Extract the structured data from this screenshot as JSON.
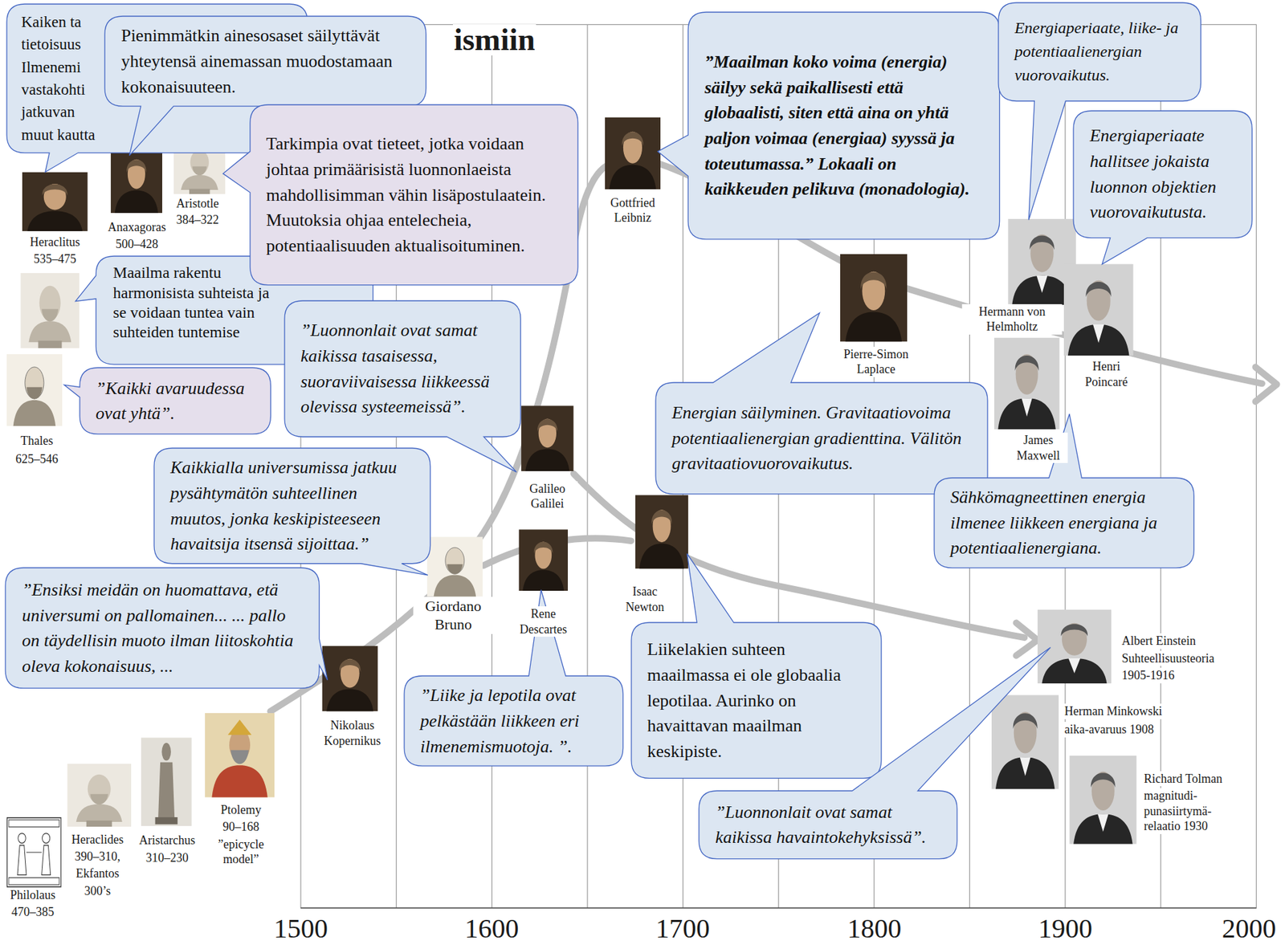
{
  "diagram": {
    "title": "ismiin",
    "nodes": [
      {
        "text": [
          "Kaiken ta tietoisuus Ilmenemi vastakohti jatkuvan muut kautta"
        ]
      },
      {
        "text": [
          "Pienimmätkin ainesosaset säilyttävät yhteytensä ainemassan muodostamaan kokonaisuuteen."
        ]
      },
      {
        "text": [
          "Tarkimpia ovat tieteet, jotka voidaan johtaa primäärisistä luonnonlaeista mahdollisimman vähin lisäpostulaatein. Muutoksia ohjaa entelecheia, potentiaalisuuden aktualisoituminen."
        ]
      },
      {
        "text": [
          "Maailma rakentu harmonisista suhteista ja se voidaan tuntea vain suhteiden tuntemise"
        ]
      },
      {
        "text": [
          "”Kaikki avaruudessa ovat yhtä”."
        ]
      },
      {
        "text": [
          "”Luonnonlait ovat samat kaikissa tasaisessa, suoraviivaisessa liikkeessä olevissa systeemeissä”."
        ]
      },
      {
        "text": [
          "Kaikkialla universumissa jatkuu pysähtymätön suhteellinen muutos, jonka keskipisteeseen havaitsija itsensä sijoittaa.”"
        ]
      },
      {
        "text": [
          "”Ensiksi meidän on huomattava, etä universumi on pallomainen... ... pallo on täydellisin muoto ilman liitoskohtia oleva kokonaisuus, ..."
        ]
      },
      {
        "text": [
          "”Liike ja lepotila ovat pelkästään liikkeen eri ilmenemismuotoja. ”."
        ]
      },
      {
        "text": [
          "”Maailman koko voima (energia) säilyy sekä paikallisesti että globaalisti, siten että aina on yhtä paljon voimaa (energiaa) syyssä ja toteutumassa.” Lokaali on kaikkeuden pelikuva (monadologia)."
        ]
      },
      {
        "text": [
          "Energiaperiaate, liike- ja potentiaalienergian vuorovaikutus."
        ]
      },
      {
        "text": [
          "Energiaperiaate hallitsee jokaista luonnon objektien vuorovaikutusta."
        ]
      },
      {
        "text": [
          "Energian säilyminen. Gravitaatiovoima potentiaalienergian gradienttina. Välitön gravitaatiovuorovaikutus."
        ]
      },
      {
        "text": [
          "Sähkömagneettinen energia ilmenee liikkeen energiana ja potentiaalienergiana."
        ]
      },
      {
        "text": [
          "Liikelakien suhteen maailmassa ei ole globaalia lepotilaa. Aurinko on havaittavan maailman keskipiste."
        ]
      },
      {
        "text": [
          "”Luonnonlait ovat samat kaikissa havaintokehyksissä”."
        ]
      }
    ],
    "labels": [
      "1500",
      "1600",
      "1700",
      "1800",
      "1900",
      "2000",
      "Heraclitus",
      "535–475",
      "Anaxagoras",
      "500–428",
      "Aristotle",
      "384–322",
      "Thales",
      "625–546",
      "Gottfried Leibniz",
      "Galileo Galilei",
      "Giordano Bruno",
      "Rene Descartes",
      "Isaac Newton",
      "Nikolaus Kopernikus",
      "Ptolemy",
      "90–168",
      "”epicycle model”",
      "Heraclides",
      "390–310,",
      "Ekfantos",
      "300’s",
      "Aristarchus",
      "310–230",
      "Philolaus",
      "470–385",
      "Pierre-Simon Laplace",
      "Hermann von Helmholtz",
      "Henri Poincaré",
      "James Maxwell",
      "Albert Einstein",
      "Suhteellisuusteoria",
      "1905-1916",
      "Herman Minkowski",
      "aika-avaruus 1908",
      "Richard Tolman",
      "magnitudi- punasiirtymä- relaatio 1930"
    ]
  }
}
